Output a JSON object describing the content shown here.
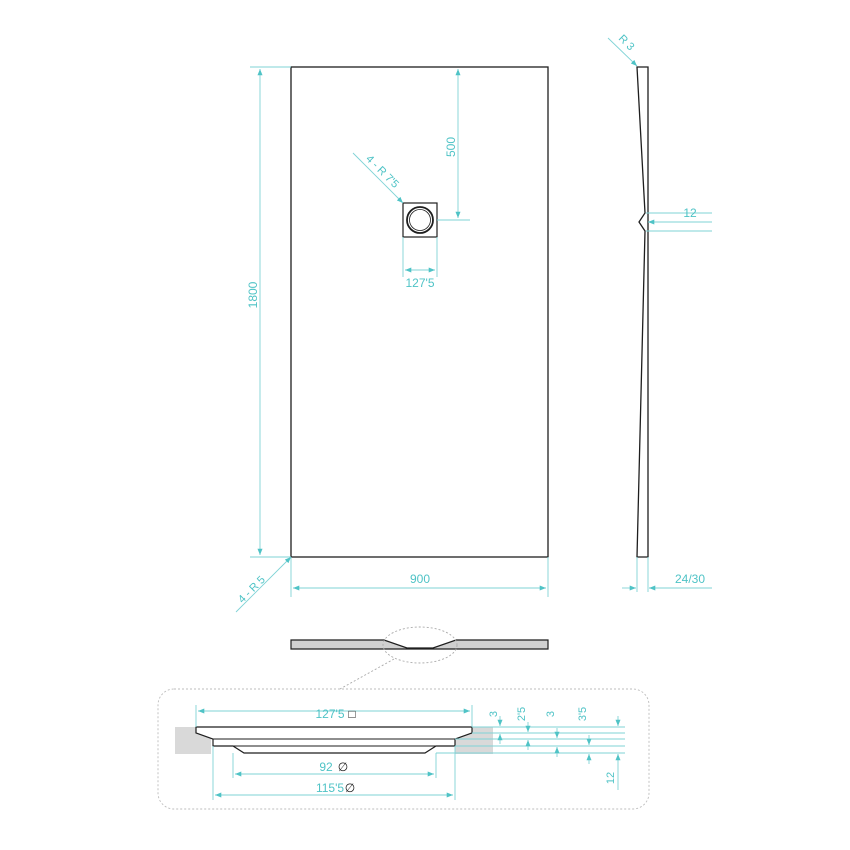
{
  "top_view": {
    "width_label": "900",
    "length_label": "1800",
    "drain_offset_label": "500",
    "drain_size_label": "127'5",
    "drain_radius_label": "4 - R 7'5",
    "corner_radius_label": "4 - R 5"
  },
  "side_view": {
    "edge_radius_label": "R 3",
    "drain_depth_label": "12",
    "thickness_label": "24/30"
  },
  "detail_view": {
    "top_width_label": "127'5",
    "inner_diameter_label": "92",
    "outer_diameter_label": "115'5",
    "vertical_labels": [
      "3",
      "2'5",
      "3",
      "3'5"
    ],
    "depth_label": "12",
    "square_symbol": "□",
    "diameter_symbol": "∅"
  },
  "colors": {
    "dimension": "#4fc3c6",
    "outline": "#1e1e1e",
    "hatch": "#d9d9d9"
  }
}
